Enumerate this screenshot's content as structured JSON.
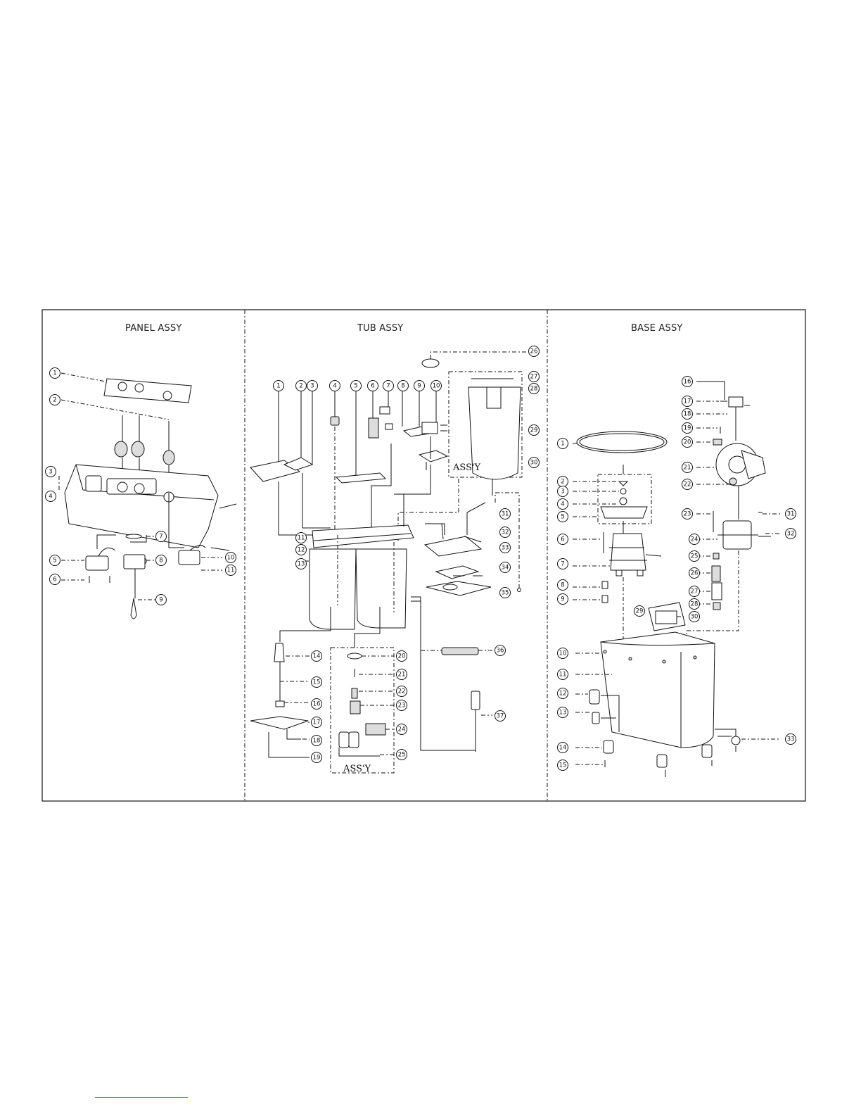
{
  "sections": {
    "panel": {
      "title": "PANEL ASSY",
      "callouts": [
        "1",
        "2",
        "3",
        "4",
        "5",
        "6",
        "7",
        "8",
        "9",
        "10",
        "11"
      ]
    },
    "tub": {
      "title": "TUB ASSY",
      "assy_labels": [
        "ASS'Y",
        "ASS'Y"
      ],
      "callouts": [
        "1",
        "2",
        "3",
        "4",
        "5",
        "6",
        "7",
        "8",
        "9",
        "10",
        "11",
        "12",
        "13",
        "14",
        "15",
        "16",
        "17",
        "18",
        "19",
        "20",
        "21",
        "22",
        "23",
        "24",
        "25",
        "26",
        "27",
        "28",
        "29",
        "30",
        "31",
        "32",
        "33",
        "34",
        "35",
        "36",
        "37"
      ]
    },
    "base": {
      "title": "BASE ASSY",
      "callouts": [
        "1",
        "2",
        "3",
        "4",
        "5",
        "6",
        "7",
        "8",
        "9",
        "10",
        "11",
        "12",
        "13",
        "14",
        "15",
        "16",
        "17",
        "18",
        "19",
        "20",
        "21",
        "22",
        "23",
        "24",
        "25",
        "26",
        "27",
        "28",
        "29",
        "30",
        "31",
        "32",
        "33"
      ]
    }
  },
  "colors": {
    "line": "#111111",
    "footer_rule": "#2a3dbd"
  }
}
